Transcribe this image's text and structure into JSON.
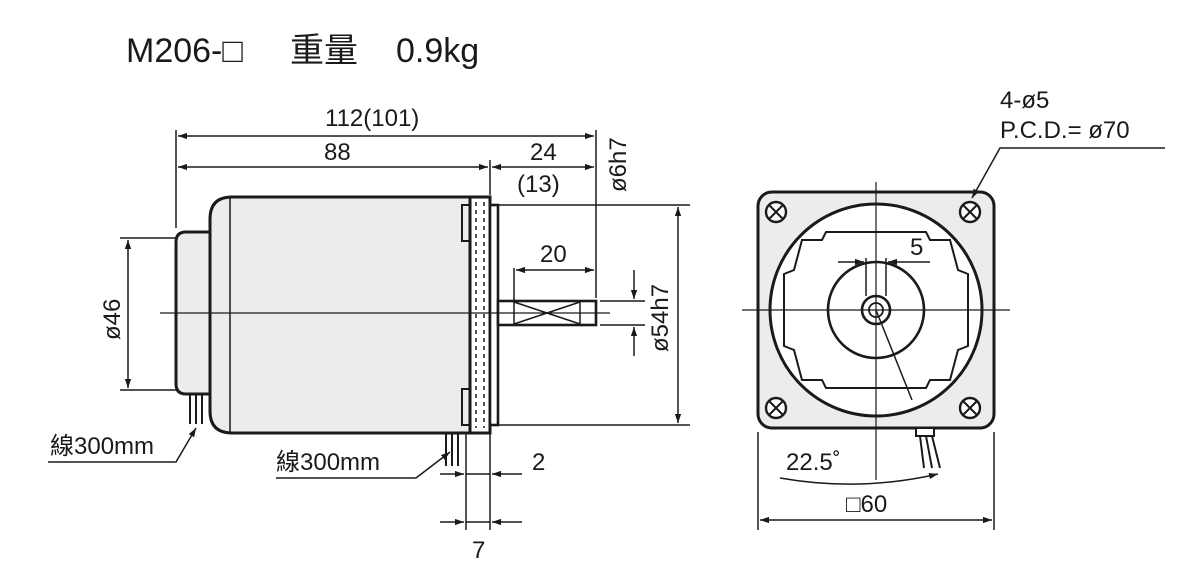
{
  "header": {
    "model": "M206-□",
    "weight_label": "重量",
    "weight_value": "0.9kg"
  },
  "side_view": {
    "overall_length": "112(101)",
    "body_length": "88",
    "shaft_length": "24",
    "shaft_length_alt": "(13)",
    "key_length": "20",
    "shaft_diameter": "ø6h7",
    "pilot_diameter": "ø54h7",
    "rear_cap_diameter": "ø46",
    "flange_thickness": "2",
    "flange_offset": "7",
    "lead_wire_rear": "線300mm",
    "lead_wire_front": "線300mm"
  },
  "front_view": {
    "mounting_holes": "4-ø5",
    "pcd": "P.C.D.= ø70",
    "key_width": "5",
    "angle": "22.5˚",
    "square_size": "□60"
  },
  "colors": {
    "line": "#1a1a1a",
    "body_fill": "#ececec",
    "background": "#ffffff"
  }
}
